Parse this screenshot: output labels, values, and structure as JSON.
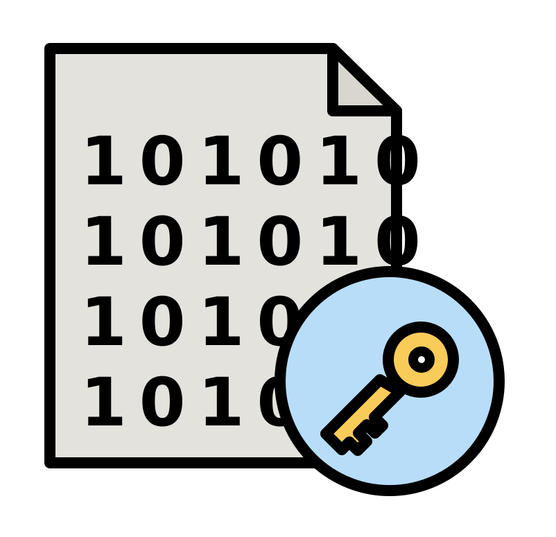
{
  "icon": {
    "name": "encrypted-file-key-icon",
    "binary_rows": [
      "101010",
      "101010",
      "1010",
      "1010"
    ],
    "colors": {
      "outline": "#000000",
      "paper": "#E4E2DC",
      "fold": "#D8D6CF",
      "circle_fill": "#B8DDF8",
      "key_fill": "#F9CC5A",
      "background": "#FFFFFF"
    }
  }
}
